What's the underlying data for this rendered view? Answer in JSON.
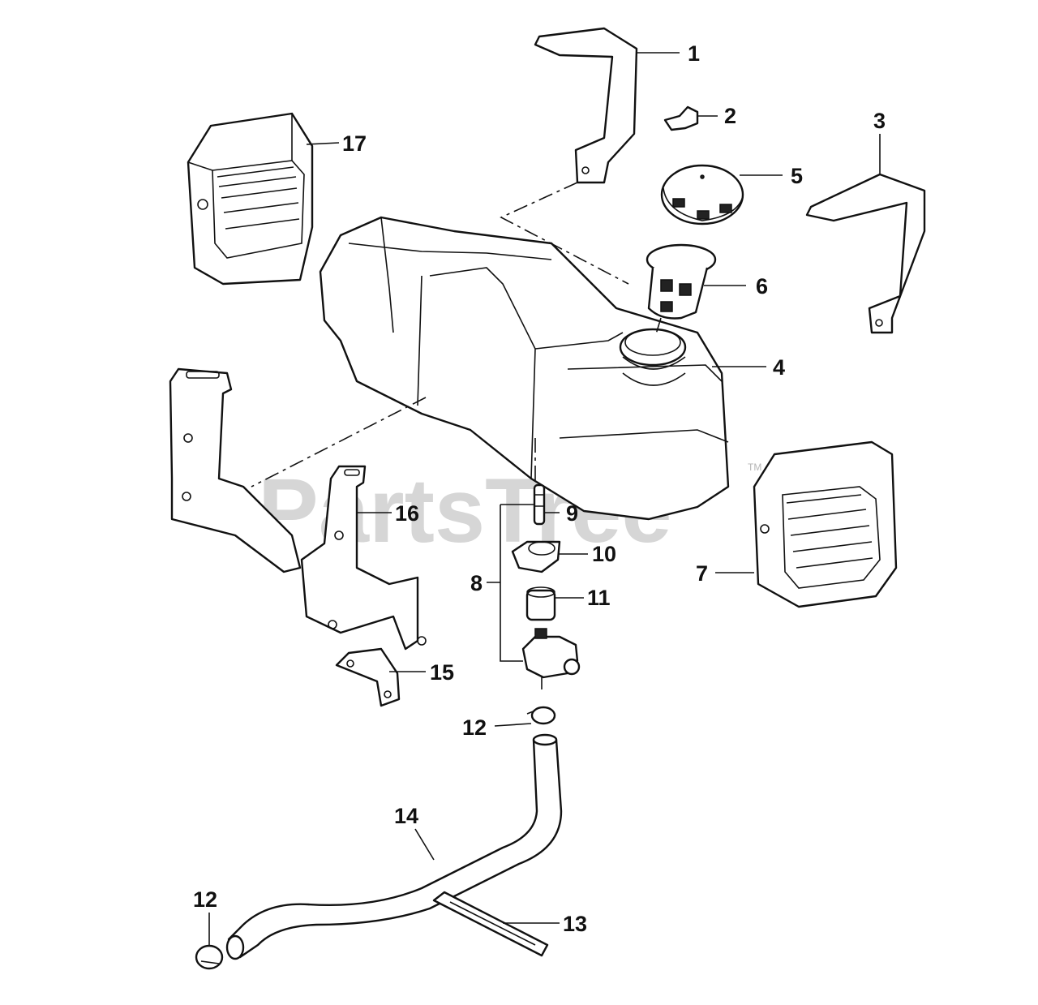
{
  "watermark": {
    "text": "PartsTree",
    "tm": "TM"
  },
  "callouts": {
    "c1": "1",
    "c2": "2",
    "c3": "3",
    "c4": "4",
    "c5": "5",
    "c6": "6",
    "c7": "7",
    "c8": "8",
    "c9": "9",
    "c10": "10",
    "c11": "11",
    "c12a": "12",
    "c12b": "12",
    "c13": "13",
    "c14": "14",
    "c15": "15",
    "c16": "16",
    "c17": "17"
  }
}
